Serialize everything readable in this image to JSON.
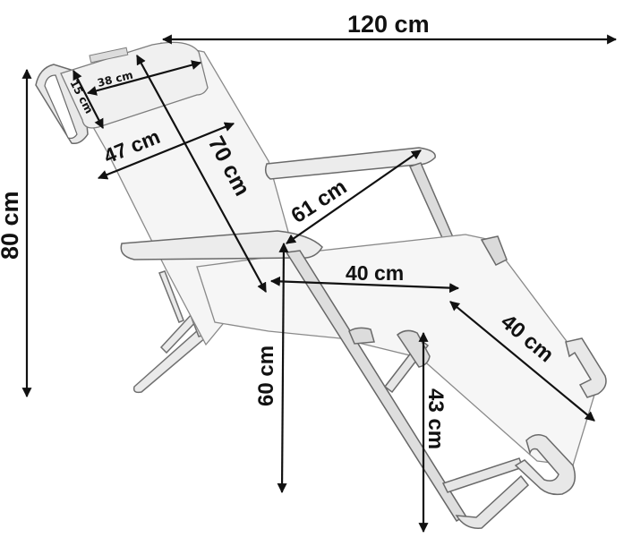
{
  "diagram": {
    "subject": "Folding sun lounger with headrest pillow",
    "style": "pencil-sketch line drawing, grayscale",
    "colors": {
      "background": "#ffffff",
      "dimension_line": "#111111",
      "frame_fill": "#e9e9e9",
      "frame_stroke": "#6a6a6a",
      "fabric_fill": "#f4f4f4",
      "fabric_stroke": "#8a8a8a"
    },
    "dimensions": {
      "overall_length": "120 cm",
      "overall_height": "80 cm",
      "pillow_width": "38 cm",
      "pillow_height": "15 cm",
      "backrest_width": "47 cm",
      "backrest_length": "70 cm",
      "armrest_diagonal": "61 cm",
      "seat_width": "40 cm",
      "leg_rest_length": "40 cm",
      "armrest_height": "60 cm",
      "seat_height": "43 cm"
    }
  }
}
